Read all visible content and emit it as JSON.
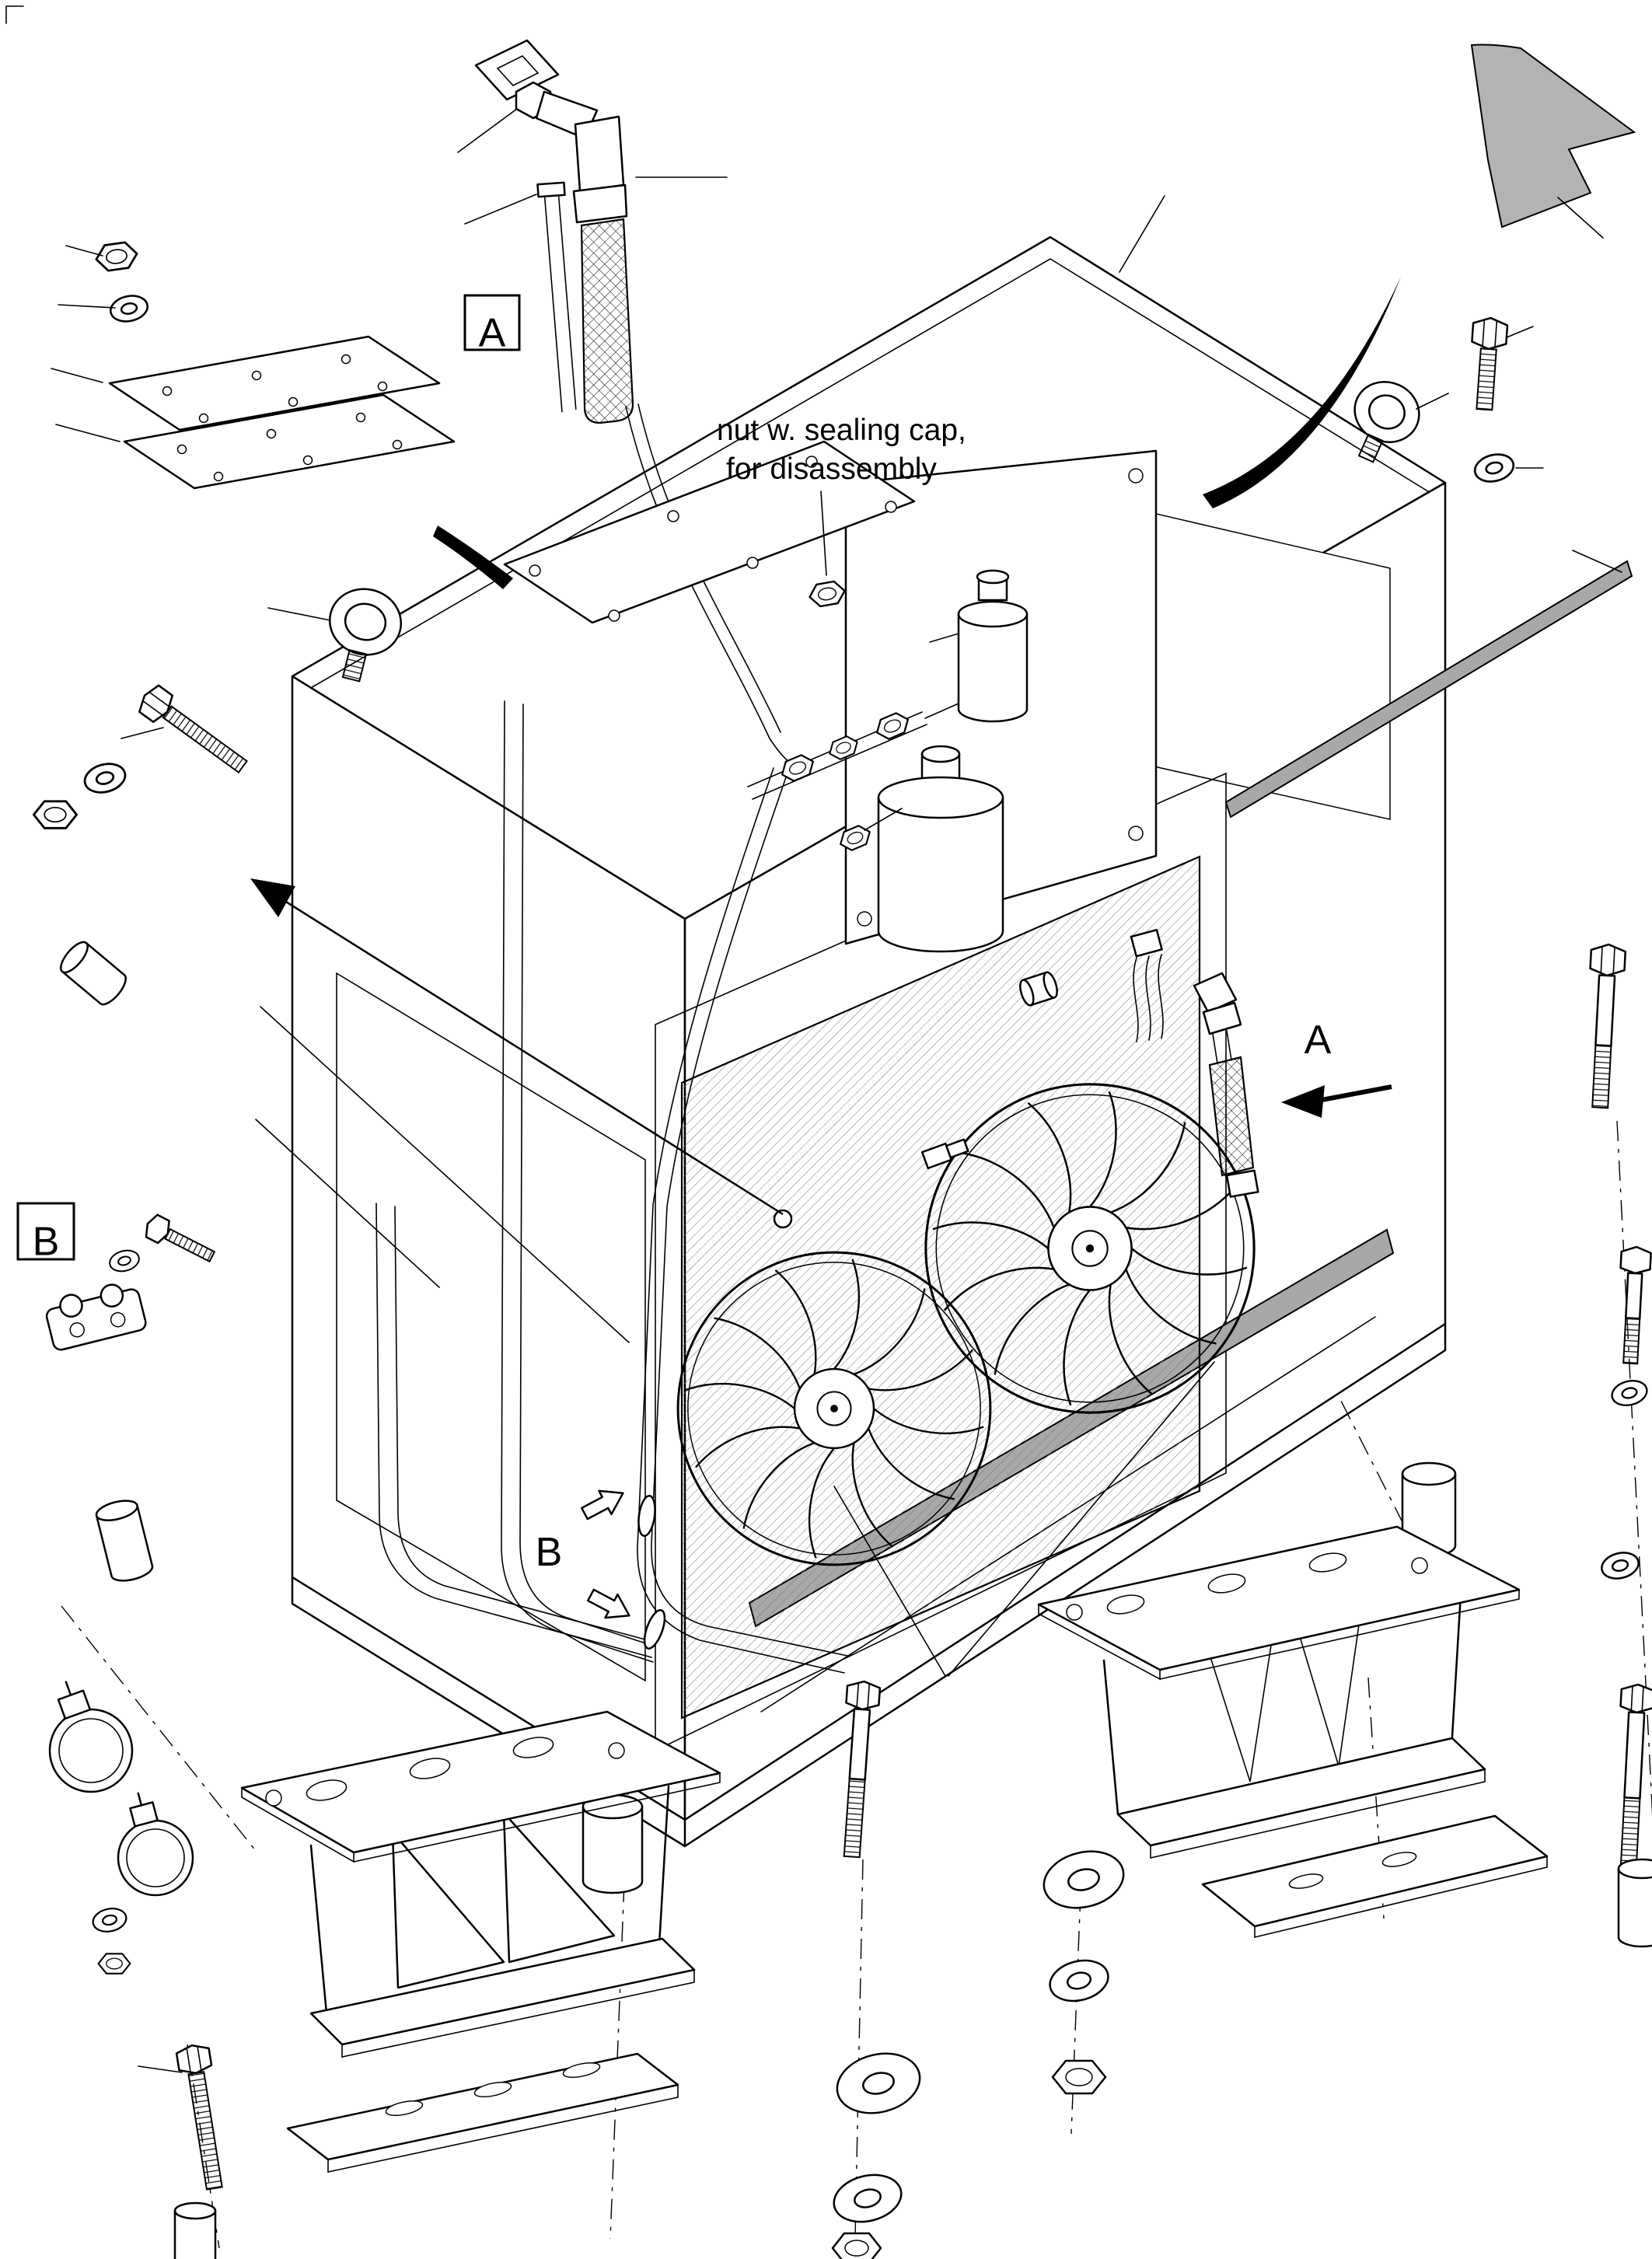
{
  "diagram": {
    "note": {
      "line1": "nut w. sealing cap,",
      "line2": "for disassembly"
    },
    "detail_a_label": "A",
    "detail_b_label": "B",
    "callout_a_label": "A",
    "callout_b_label": "B",
    "colors": {
      "line": "#000000",
      "gray_shape": "#b3b3b3",
      "rail": "#a8a8a8"
    }
  }
}
